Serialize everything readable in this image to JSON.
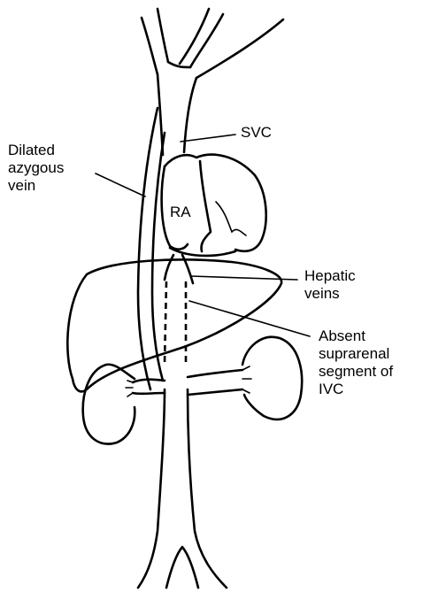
{
  "labels": {
    "azygous": [
      "Dilated",
      "azygous",
      "vein"
    ],
    "svc": "SVC",
    "ra": "RA",
    "hepatic": [
      "Hepatic",
      "veins"
    ],
    "ivc": [
      "Absent",
      "suprarenal",
      "segment of",
      "IVC"
    ]
  }
}
